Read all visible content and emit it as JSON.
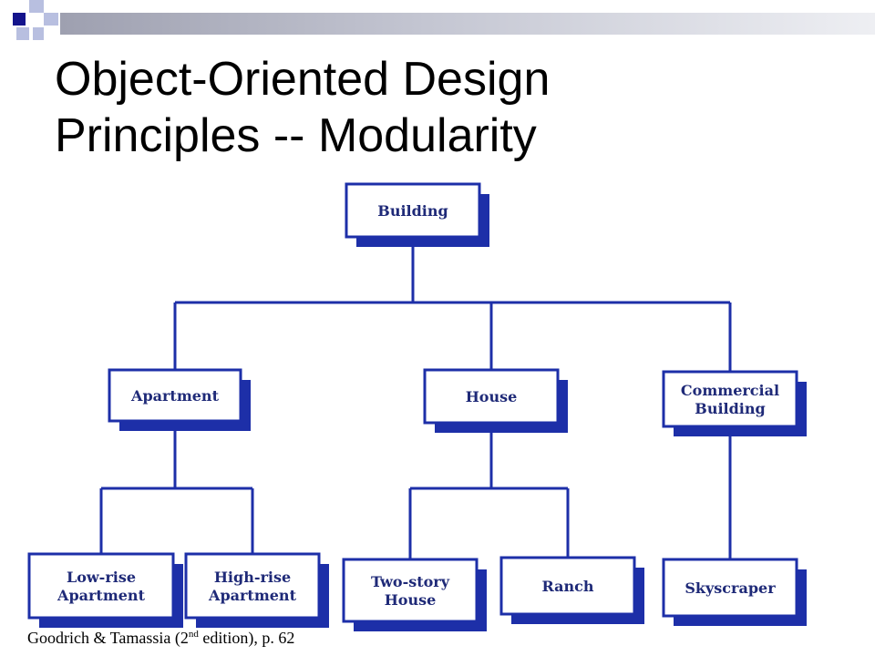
{
  "slide": {
    "title_line1": "Object-Oriented Design",
    "title_line2": "Principles -- Modularity"
  },
  "diagram": {
    "type": "hierarchy",
    "colors": {
      "box_stroke": "#1d2fa8",
      "box_shadow": "#1d2fa8",
      "label": "#1f2a78",
      "connector": "#1d2fa8"
    },
    "nodes": {
      "building": {
        "lines": [
          "Building"
        ]
      },
      "apartment": {
        "lines": [
          "Apartment"
        ]
      },
      "house": {
        "lines": [
          "House"
        ]
      },
      "commercial": {
        "lines": [
          "Commercial",
          "Building"
        ]
      },
      "lowrise": {
        "lines": [
          "Low-rise",
          "Apartment"
        ]
      },
      "highrise": {
        "lines": [
          "High-rise",
          "Apartment"
        ]
      },
      "twostory": {
        "lines": [
          "Two-story",
          "House"
        ]
      },
      "ranch": {
        "lines": [
          "Ranch"
        ]
      },
      "skyscraper": {
        "lines": [
          "Skyscraper"
        ]
      }
    },
    "edges": [
      [
        "building",
        "apartment"
      ],
      [
        "building",
        "house"
      ],
      [
        "building",
        "commercial"
      ],
      [
        "apartment",
        "lowrise"
      ],
      [
        "apartment",
        "highrise"
      ],
      [
        "house",
        "twostory"
      ],
      [
        "house",
        "ranch"
      ],
      [
        "commercial",
        "skyscraper"
      ]
    ]
  },
  "citation": {
    "prefix": "Goodrich & Tamassia (2",
    "superscript": "nd",
    "suffix": " edition), p. 62"
  }
}
